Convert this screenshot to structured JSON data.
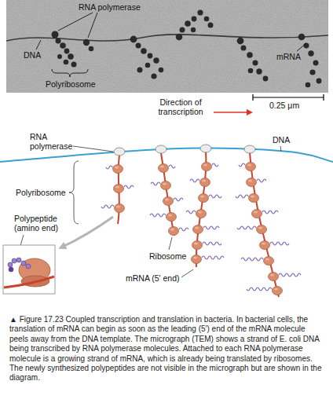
{
  "diagram": {
    "caption": "▲ Figure 17.23 Coupled transcription and translation in bacteria. In bacterial cells, the translation of mRNA can begin as soon as the leading (5′) end of the mRNA molecule peels away from the DNA template. The micrograph (TEM) shows a strand of E. coli DNA being transcribed by RNA polymerase molecules. Attached to each RNA polymerase molecule is a growing strand of mRNA, which is already being translated by ribosomes. The newly synthesized polypeptides are not visible in the micrograph but are shown in the diagram.",
    "labels": [
      "RNA polymerase",
      "DNA",
      "Polyribosome",
      "mRNA",
      "Direction of transcription",
      "0.25 μm",
      "RNA polymerase",
      "DNA",
      "Polyribosome",
      "Polypeptide (amino end)",
      "Ribosome",
      "mRNA (5′ end)"
    ]
  }
}
